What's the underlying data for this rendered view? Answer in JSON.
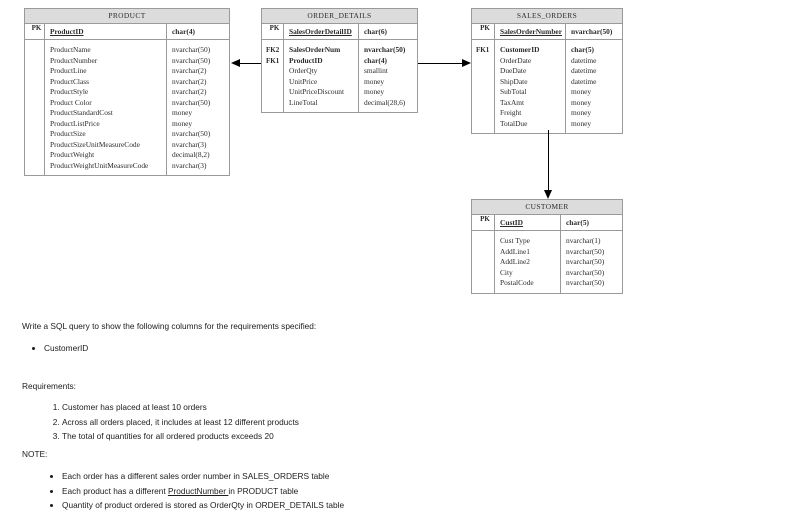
{
  "diagram": {
    "tables": [
      {
        "id": "product",
        "title": "PRODUCT",
        "key": {
          "tag": "PK",
          "name": "ProductID",
          "type": "char(4)"
        },
        "fk_tags": [],
        "fields": [
          {
            "name": "ProductName",
            "type": "nvarchar(50)"
          },
          {
            "name": "ProductNumber",
            "type": "nvarchar(50)"
          },
          {
            "name": "ProductLine",
            "type": "nvarchar(2)"
          },
          {
            "name": "ProductClass",
            "type": "nvarchar(2)"
          },
          {
            "name": "ProductStyle",
            "type": "nvarchar(2)"
          },
          {
            "name": "Product Color",
            "type": "nvarchar(50)"
          },
          {
            "name": "ProductStandardCost",
            "type": "money"
          },
          {
            "name": "ProductListPrice",
            "type": "money"
          },
          {
            "name": "ProductSize",
            "type": "nvarchar(50)"
          },
          {
            "name": "ProductSizeUnitMeasureCode",
            "type": "nvarchar(3)"
          },
          {
            "name": "ProductWeight",
            "type": "decimal(8,2)"
          },
          {
            "name": "ProductWeightUnitMeasureCode",
            "type": "nvarchar(3)"
          }
        ]
      },
      {
        "id": "order",
        "title": "ORDER_DETAILS",
        "key": {
          "tag": "PK",
          "name": "SalesOrderDetailID",
          "type": "char(6)"
        },
        "fk_tags": [
          "FK2",
          "FK1"
        ],
        "fields": [
          {
            "name": "SalesOrderNum",
            "type": "nvarchar(50)",
            "fk": true
          },
          {
            "name": "ProductID",
            "type": "char(4)",
            "fk": true
          },
          {
            "name": "OrderQty",
            "type": "smallint"
          },
          {
            "name": "UnitPrice",
            "type": "money"
          },
          {
            "name": "UnitPriceDiscount",
            "type": "money"
          },
          {
            "name": "LineTotal",
            "type": "decimal(28,6)"
          }
        ]
      },
      {
        "id": "sales",
        "title": "SALES_ORDERS",
        "key": {
          "tag": "PK",
          "name": "SalesOrderNumber",
          "type": "nvarchar(50)"
        },
        "fk_tags": [
          "FK1"
        ],
        "fields": [
          {
            "name": "CustomerID",
            "type": "char(5)",
            "fk": true
          },
          {
            "name": "OrderDate",
            "type": "datetime"
          },
          {
            "name": "DueDate",
            "type": "datetime"
          },
          {
            "name": "ShipDate",
            "type": "datetime"
          },
          {
            "name": "SubTotal",
            "type": "money"
          },
          {
            "name": "TaxAmt",
            "type": "money"
          },
          {
            "name": "Freight",
            "type": "money"
          },
          {
            "name": "TotalDue",
            "type": "money"
          }
        ]
      },
      {
        "id": "customer",
        "title": "CUSTOMER",
        "key": {
          "tag": "PK",
          "name": "CustID",
          "type": "char(5)"
        },
        "fk_tags": [],
        "fields": [
          {
            "name": "Cust Type",
            "type": "nvarchar(1)"
          },
          {
            "name": "AddLine1",
            "type": "nvarchar(50)"
          },
          {
            "name": "AddLine2",
            "type": "nvarchar(50)"
          },
          {
            "name": "City",
            "type": "nvarchar(50)"
          },
          {
            "name": "PostalCode",
            "type": "nvarchar(50)"
          }
        ]
      }
    ]
  },
  "prose": {
    "lead": "Write a SQL query to show the following columns for the requirements specified:",
    "columns": [
      "CustomerID"
    ],
    "requirements_heading": "Requirements:",
    "requirements": [
      "Customer has placed at least 10 orders",
      "Across all orders placed, it includes at least 12 different products",
      "The total of quantities for all ordered products exceeds 20"
    ],
    "note_heading": "NOTE:",
    "notes": [
      {
        "pre": "Each order has a different sales order number in SALES_ORDERS table",
        "underline": "",
        "post": ""
      },
      {
        "pre": "Each product has a different ",
        "underline": "ProductNumber ",
        "post": "in PRODUCT table"
      },
      {
        "pre": "Quantity of product ordered is stored as OrderQty in ORDER_DETAILS table",
        "underline": "",
        "post": ""
      }
    ]
  }
}
